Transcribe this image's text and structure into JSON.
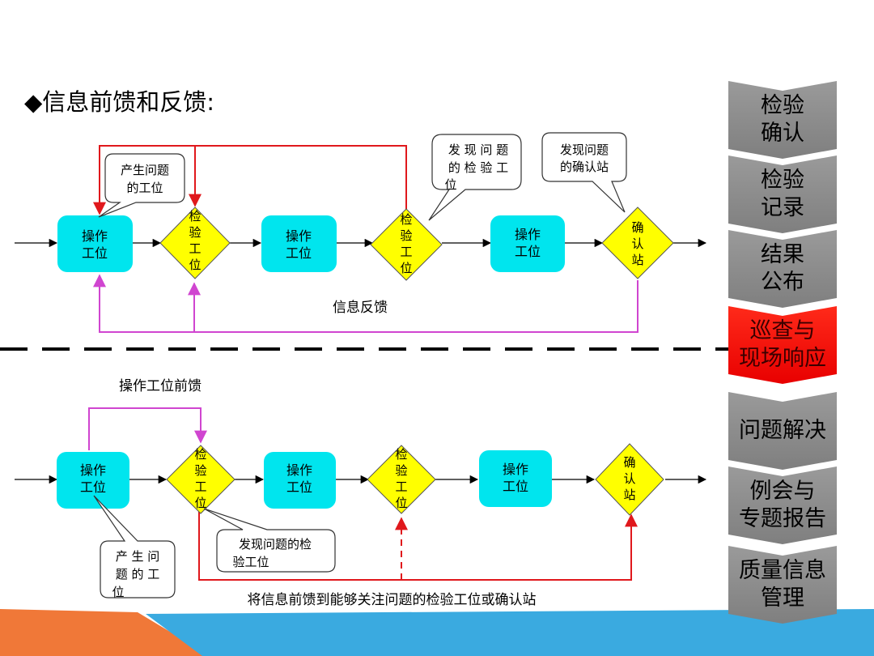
{
  "heading": "◆信息前馈和反馈:",
  "top": {
    "op_station": "操作\n工位",
    "inspect_station": "检验工位",
    "confirm_station": "确认站",
    "callout_problem_station": "产生问题\n的工位",
    "callout_found_inspect": "发 现 问 题\n的 检 验 工\n位",
    "callout_found_confirm": "发现问题\n的确认站",
    "feedback_label": "信息反馈"
  },
  "bottom": {
    "feedforward_label": "操作工位前馈",
    "op_station": "操作\n工位",
    "inspect_station": "检验工位",
    "confirm_station": "确认站",
    "callout_problem_station": "产 生 问\n题 的 工\n位",
    "callout_found_inspect": "发现问题的检\n验工位",
    "feedforward_note": "将信息前馈到能够关注问题的检验工位或确认站"
  },
  "side_menu": [
    {
      "label": "检验\n确认",
      "active": false
    },
    {
      "label": "检验\n记录",
      "active": false
    },
    {
      "label": "结果\n公布",
      "active": false
    },
    {
      "label": "巡查与\n现场响应",
      "active": true
    },
    {
      "label": "问题解决",
      "active": false
    },
    {
      "label": "例会与\n专题报告",
      "active": false
    },
    {
      "label": "质量信息\n管理",
      "active": false
    }
  ],
  "colors": {
    "op_fill": "#00e5ee",
    "diamond_fill": "#ffff00",
    "feedback_red": "#e0181c",
    "feedback_magenta": "#d045d0",
    "menu_gray": "#8c8c8c",
    "menu_active": "#ff0000",
    "band_orange": "#f07838",
    "band_blue": "#3aaae0"
  }
}
